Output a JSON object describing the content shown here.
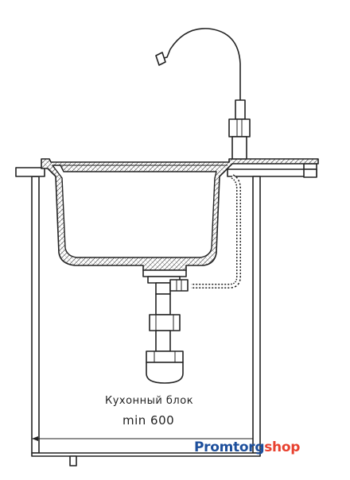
{
  "labels": {
    "cabinet": "Кухонный блок",
    "min_width": "min 600"
  },
  "brand": {
    "part1": "Promtorg",
    "part2": "shop",
    "color_primary": "#1d4f9c",
    "color_accent": "#e8412f"
  }
}
